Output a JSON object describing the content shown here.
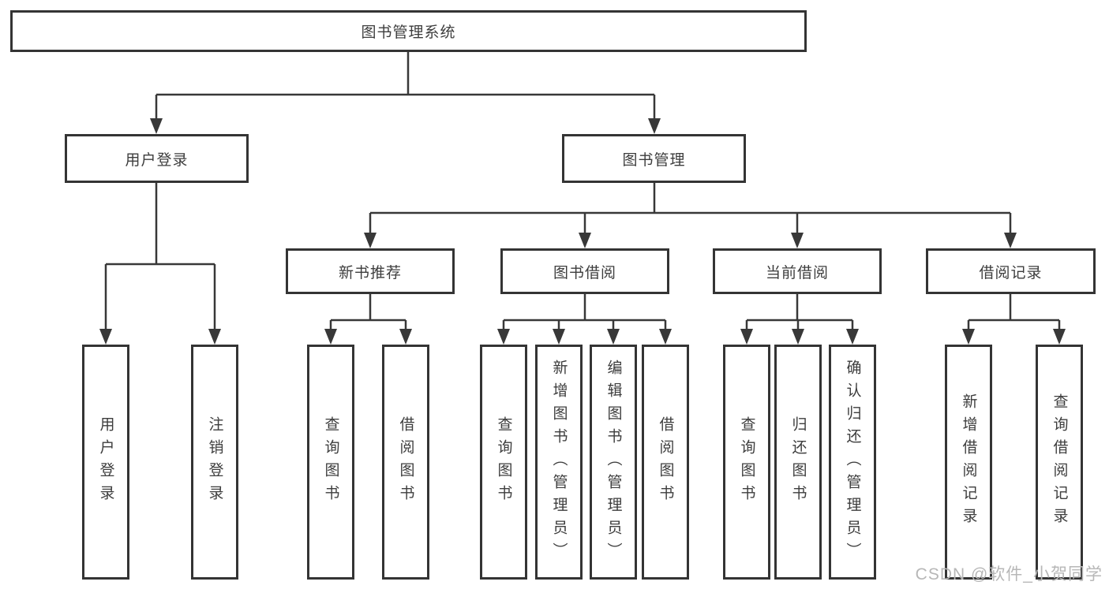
{
  "diagram_type": "hierarchy-tree",
  "colors": {
    "line": "#383838",
    "box_border": "#343434",
    "box_background": "#ffffff",
    "text": "#3d3d3d",
    "watermark": "#b7b7b7"
  },
  "watermark": {
    "text": "CSDN @软件_小贺同学"
  },
  "tree": {
    "label": "图书管理系统",
    "children": [
      {
        "label": "用户登录",
        "children": [
          {
            "label": "用户登录"
          },
          {
            "label": "注销登录"
          }
        ]
      },
      {
        "label": "图书管理",
        "children": [
          {
            "label": "新书推荐",
            "children": [
              {
                "label": "查询图书"
              },
              {
                "label": "借阅图书"
              }
            ]
          },
          {
            "label": "图书借阅",
            "children": [
              {
                "label": "查询图书"
              },
              {
                "label": "新增图书（管理员）"
              },
              {
                "label": "编辑图书（管理员）"
              },
              {
                "label": "借阅图书"
              }
            ]
          },
          {
            "label": "当前借阅",
            "children": [
              {
                "label": "查询图书"
              },
              {
                "label": "归还图书"
              },
              {
                "label": "确认归还（管理员）"
              }
            ]
          },
          {
            "label": "借阅记录",
            "children": [
              {
                "label": "新增借阅记录"
              },
              {
                "label": "查询借阅记录"
              }
            ]
          }
        ]
      }
    ]
  }
}
